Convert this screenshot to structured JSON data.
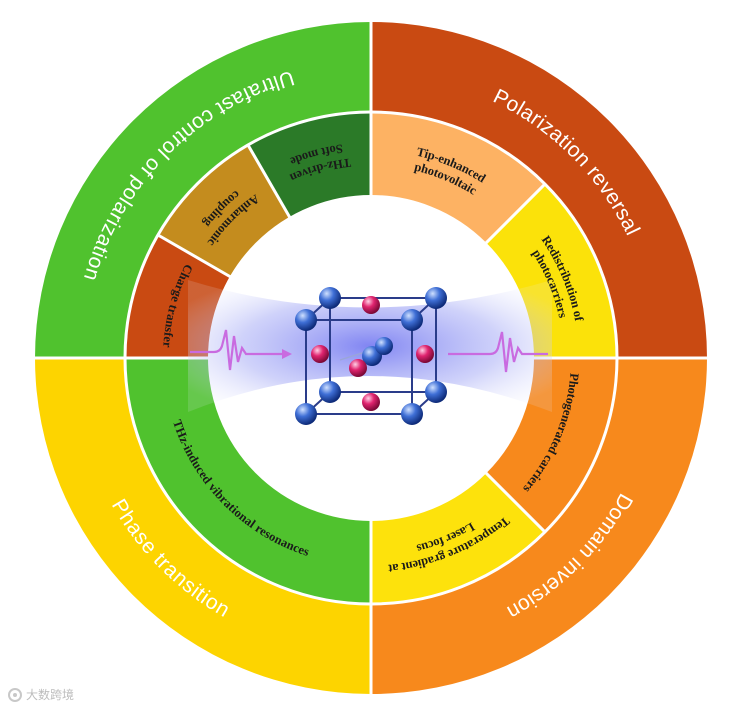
{
  "outer_ring": [
    {
      "id": "polarization-reversal",
      "label": "Polarization reversal",
      "color": "#c94a12",
      "start": -90,
      "end": 0,
      "text_path": "top"
    },
    {
      "id": "domain-inversion",
      "label": "Domain inversion",
      "color": "#f7891c",
      "start": 0,
      "end": 90,
      "text_path": "top"
    },
    {
      "id": "phase-transition",
      "label": "Phase transition",
      "color": "#fdd400",
      "start": 90,
      "end": 180,
      "text_path": "bottom"
    },
    {
      "id": "ultrafast-control",
      "label": "Ultrafast control of polarization",
      "color": "#50c22e",
      "start": 180,
      "end": 270,
      "text_path": "bottom"
    }
  ],
  "inner_ring": [
    {
      "id": "tip-enhanced",
      "lines": [
        "Tip-enhanced",
        "photovoltaic"
      ],
      "color": "#fdb263",
      "start": -90,
      "end": -45,
      "light": false
    },
    {
      "id": "redistribution",
      "lines": [
        "Redistribution of",
        "photocarriers"
      ],
      "color": "#fbe20a",
      "start": -45,
      "end": 0,
      "light": false
    },
    {
      "id": "photogenerated",
      "lines": [
        "Photogenerated carriers"
      ],
      "color": "#f7891c",
      "start": 0,
      "end": 45,
      "light": false
    },
    {
      "id": "temperature-gradient",
      "lines": [
        "Temperature gradient at",
        "Laser focus"
      ],
      "color": "#fde20c",
      "start": 45,
      "end": 90,
      "light": false
    },
    {
      "id": "thz-vibrational",
      "lines": [
        "THz-induced vibrational resonances"
      ],
      "color": "#50c22e",
      "start": 90,
      "end": 180,
      "light": false
    },
    {
      "id": "charge-transfer",
      "lines": [
        "Charge transfer"
      ],
      "color": "#c94a12",
      "start": 180,
      "end": 210,
      "light": false
    },
    {
      "id": "anharmonic",
      "lines": [
        "Anharmonic",
        "coupling"
      ],
      "color": "#c48c1e",
      "start": 210,
      "end": 240,
      "light": false
    },
    {
      "id": "thz-soft-mode",
      "lines": [
        "THz-driven",
        "Soft mode"
      ],
      "color": "#2b7a28",
      "start": 240,
      "end": 270,
      "light": false
    }
  ],
  "watermark": {
    "text": "大数跨境",
    "icon": "watermark-logo-icon"
  }
}
